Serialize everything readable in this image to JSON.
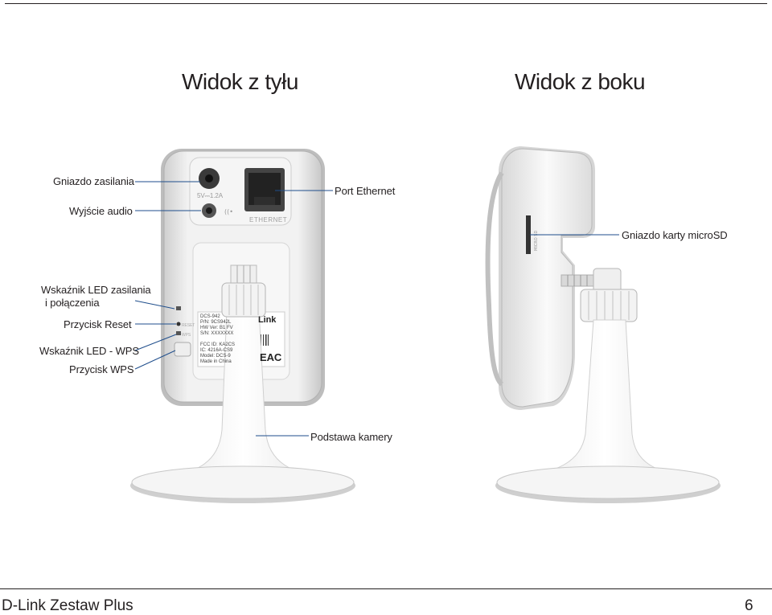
{
  "headings": {
    "rear": "Widok z tyłu",
    "side": "Widok z boku"
  },
  "labels": {
    "power_jack": "Gniazdo zasilania",
    "audio_out": "Wyjście audio",
    "ethernet_port": "Port Ethernet",
    "microsd_slot": "Gniazdo karty microSD",
    "power_led_line1": "Wskaźnik LED zasilania",
    "power_led_line2": "i połączenia",
    "reset_button": "Przycisk Reset",
    "wps_led": "Wskaźnik LED - WPS",
    "wps_button": "Przycisk WPS",
    "camera_stand": "Podstawa kamery"
  },
  "device_print": {
    "power_rating": "5V⎓1.2A",
    "ethernet": "ETHERNET",
    "reset": "RESET",
    "wps": "WPS",
    "sticker_lines": [
      "DCS-942",
      "P/N: 9CS942L",
      "HW Ver: B1 FV",
      "S/N: XXXXXXX"
    ],
    "sticker_lines2": [
      "FCC ID: KA2CS",
      "IC: 4216A-CS9",
      "Model: DCS-9",
      "Made in China"
    ],
    "brand": "Link",
    "marks": "EAC"
  },
  "footer": {
    "title": "D-Link Zestaw Plus",
    "page_number": "6"
  },
  "colors": {
    "text": "#231f20",
    "leader_line": "#1f4e8c",
    "device_body": "#e8e8e8",
    "device_shadow": "#bdbdbd"
  }
}
